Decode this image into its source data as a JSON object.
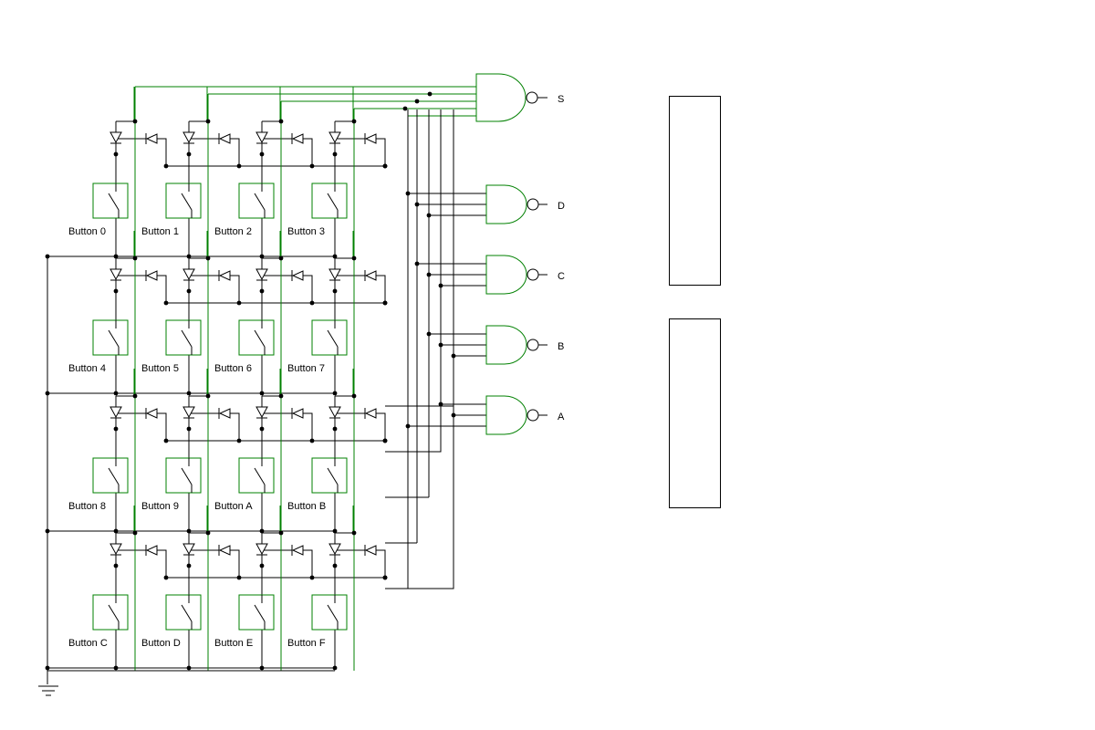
{
  "colors": {
    "wire": "#000000",
    "active": "#008000",
    "background": "#ffffff"
  },
  "buttons": [
    {
      "label": "Button 0"
    },
    {
      "label": "Button 1"
    },
    {
      "label": "Button 2"
    },
    {
      "label": "Button 3"
    },
    {
      "label": "Button 4"
    },
    {
      "label": "Button 5"
    },
    {
      "label": "Button 6"
    },
    {
      "label": "Button 7"
    },
    {
      "label": "Button 8"
    },
    {
      "label": "Button 9"
    },
    {
      "label": "Button A"
    },
    {
      "label": "Button B"
    },
    {
      "label": "Button C"
    },
    {
      "label": "Button D"
    },
    {
      "label": "Button E"
    },
    {
      "label": "Button F"
    }
  ],
  "outputs": [
    {
      "label": "S"
    },
    {
      "label": "D"
    },
    {
      "label": "C"
    },
    {
      "label": "B"
    },
    {
      "label": "A"
    }
  ],
  "icons": {
    "gate": "nand-gate-icon",
    "diode": "diode-icon",
    "switch": "push-switch-icon",
    "ground": "ground-icon"
  }
}
